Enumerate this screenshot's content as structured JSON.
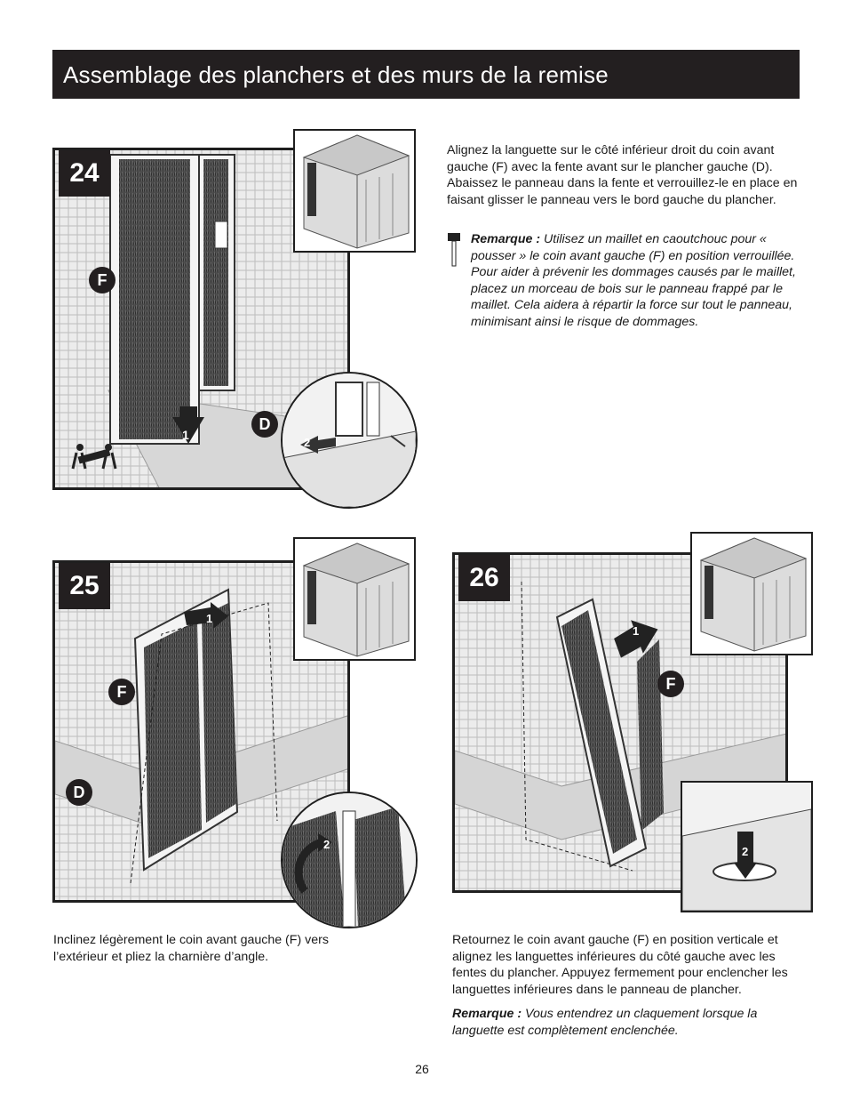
{
  "header": {
    "title": "Assemblage des planchers et des murs de la remise"
  },
  "step24": {
    "number": "24",
    "label_f": "F",
    "label_d": "D",
    "arrow1": "1",
    "arrow2": "2",
    "text": "Alignez la languette sur le côté inférieur droit du coin avant gauche (F) avec la fente avant sur le plancher gauche (D). Abaissez le panneau dans la fente et verrouillez-le en place en faisant glisser le panneau vers le bord gauche du plancher.",
    "remark_label": "Remarque :",
    "remark_text": "Utilisez un maillet en caoutchouc pour « pousser » le coin avant gauche (F) en position verrouillée. Pour aider à prévenir les dommages causés par le maillet, placez un morceau de bois sur le panneau frappé par le maillet. Cela aidera à répartir la force sur tout le panneau, minimisant ainsi le risque de dommages."
  },
  "step25": {
    "number": "25",
    "label_f": "F",
    "label_d": "D",
    "arrow1": "1",
    "arrow2": "2",
    "text": "Inclinez légèrement le coin avant gauche (F) vers l’extérieur et pliez la charnière d’angle."
  },
  "step26": {
    "number": "26",
    "label_f": "F",
    "arrow1": "1",
    "arrow2": "2",
    "text": "Retournez le coin avant gauche (F) en position verticale et alignez les languettes inférieures du côté gauche avec les fentes du plancher. Appuyez fermement pour enclencher les languettes inférieures dans le panneau de plancher.",
    "remark_label": "Remarque :",
    "remark_text": "Vous entendrez un claquement lorsque la languette est complètement enclenchée."
  },
  "page_number": "26"
}
